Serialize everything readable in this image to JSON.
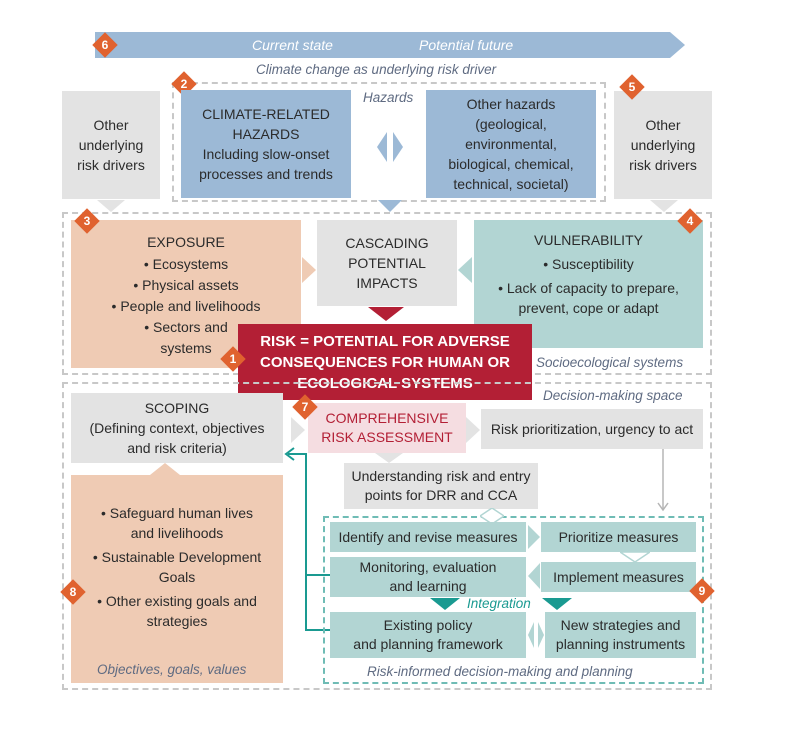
{
  "timeline": {
    "badge": "6",
    "current": "Current state",
    "future": "Potential future"
  },
  "climate_driver_label": "Climate change as underlying risk driver",
  "hazards": {
    "badge": "2",
    "label": "Hazards",
    "climate": [
      "CLIMATE-RELATED",
      "HAZARDS",
      "Including slow-onset",
      "processes and trends"
    ],
    "other": [
      "Other hazards",
      "(geological,",
      "environmental,",
      "biological, chemical,",
      "technical, societal)"
    ]
  },
  "other_drivers_left": [
    "Other",
    "underlying",
    "risk drivers"
  ],
  "other_drivers_right": {
    "badge": "5",
    "lines": [
      "Other",
      "underlying",
      "risk drivers"
    ]
  },
  "exposure": {
    "badge": "3",
    "title": "EXPOSURE",
    "items": [
      "• Ecosystems",
      "• Physical assets",
      "• People and livelihoods",
      "• Sectors and",
      "systems"
    ]
  },
  "cascading": [
    "CASCADING",
    "POTENTIAL",
    "IMPACTS"
  ],
  "vulnerability": {
    "badge": "4",
    "title": "VULNERABILITY",
    "items": [
      "• Susceptibility",
      "• Lack of capacity to prepare,",
      "prevent, cope or adapt"
    ]
  },
  "risk": {
    "badge": "1",
    "lines": [
      "RISK = POTENTIAL FOR ADVERSE",
      "CONSEQUENCES FOR HUMAN OR",
      "ECOLOGICAL SYSTEMS"
    ]
  },
  "socio_label": "Socioecological systems",
  "decision_label": "Decision-making space",
  "scoping": [
    "SCOPING",
    "(Defining context, objectives",
    "and risk criteria)"
  ],
  "assessment": {
    "badge": "7",
    "lines": [
      "COMPREHENSIVE",
      "RISK ASSESSMENT"
    ]
  },
  "prioritization": "Risk prioritization, urgency to act",
  "understanding": [
    "Understanding risk and entry",
    "points for DRR and CCA"
  ],
  "objectives": {
    "badge": "8",
    "items": [
      "• Safeguard human lives",
      "and livelihoods",
      "• Sustainable Development",
      "Goals",
      "• Other existing goals and",
      "strategies"
    ],
    "label": "Objectives, goals, values"
  },
  "cycle": {
    "badge": "9",
    "identify": "Identify and revise measures",
    "prioritize": "Prioritize measures",
    "monitoring": [
      "Monitoring, evaluation",
      "and learning"
    ],
    "implement": "Implement measures",
    "integration": "Integration",
    "existing": [
      "Existing policy",
      "and planning framework"
    ],
    "new": [
      "New strategies and",
      "planning instruments"
    ],
    "label": "Risk-informed decision-making and planning"
  },
  "colors": {
    "orange": "#e0622f",
    "risk_red": "#b31f35",
    "teal": "#1a9a91",
    "blue": "#9cb9d6"
  }
}
